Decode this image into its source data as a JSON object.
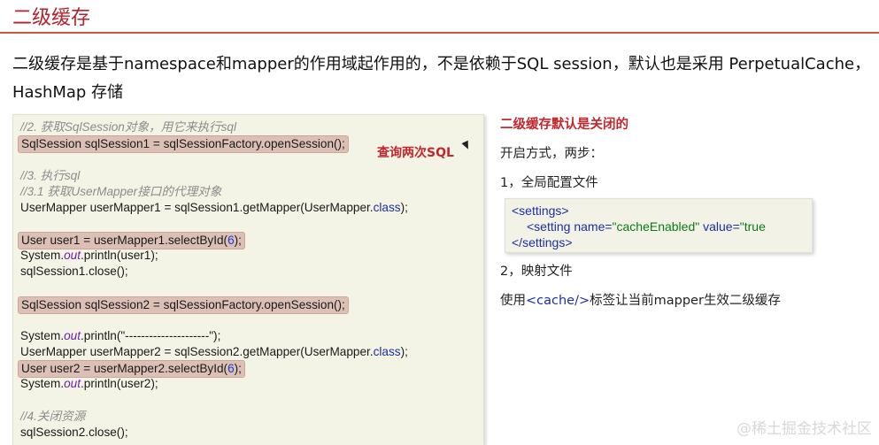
{
  "title": "二级缓存",
  "intro": {
    "line1": "二级缓存是基于namespace和mapper的作用域起作用的，不是依赖于SQL session，默认也是采用 PerpetualCache，",
    "line2": "HashMap 存储"
  },
  "code": {
    "c1": "//2. 获取SqlSession对象，用它来执行sql",
    "l1": "SqlSession sqlSession1 = sqlSessionFactory.openSession();",
    "c2": "//3. 执行sql",
    "c3": "//3.1 获取UserMapper接口的代理对象",
    "l2a": "UserMapper userMapper1 = sqlSession1.getMapper(UserMapper.",
    "l2kw": "class",
    "l2b": ");",
    "l3a": "User user1 = userMapper1.selectById(",
    "l3num": "6",
    "l3b": ");",
    "l4a": "System.",
    "l4field": "out",
    "l4b": ".println(user1);",
    "l5": "sqlSession1.close();",
    "l6": "SqlSession sqlSession2 = sqlSessionFactory.openSession();",
    "l7a": "System.",
    "l7field": "out",
    "l7b": ".println(\"---------------------\");",
    "l8a": "UserMapper userMapper2 = sqlSession2.getMapper(UserMapper.",
    "l8kw": "class",
    "l8b": ");",
    "l9a": "User user2 = userMapper2.selectById(",
    "l9num": "6",
    "l9b": ");",
    "l10a": "System.",
    "l10field": "out",
    "l10b": ".println(user2);",
    "c4": "//4.关闭资源",
    "l11": "sqlSession2.close();"
  },
  "callout": "查询两次SQL",
  "side": {
    "heading": "二级缓存默认是关闭的",
    "enable": "开启方式，两步：",
    "step1": "1，全局配置文件",
    "step2": "2，映射文件",
    "usage_pre": "使用",
    "usage_tag": "<cache/>",
    "usage_post": "标签让当前mapper生效二级缓存"
  },
  "xml": {
    "open": "<settings>",
    "setting_open": "<setting ",
    "attr_name": "name=",
    "val_name": "\"cacheEnabled\"",
    "attr_value": " value=",
    "val_value": "\"true",
    "close": "</settings>"
  },
  "watermark": "@稀土掘金技术社区"
}
